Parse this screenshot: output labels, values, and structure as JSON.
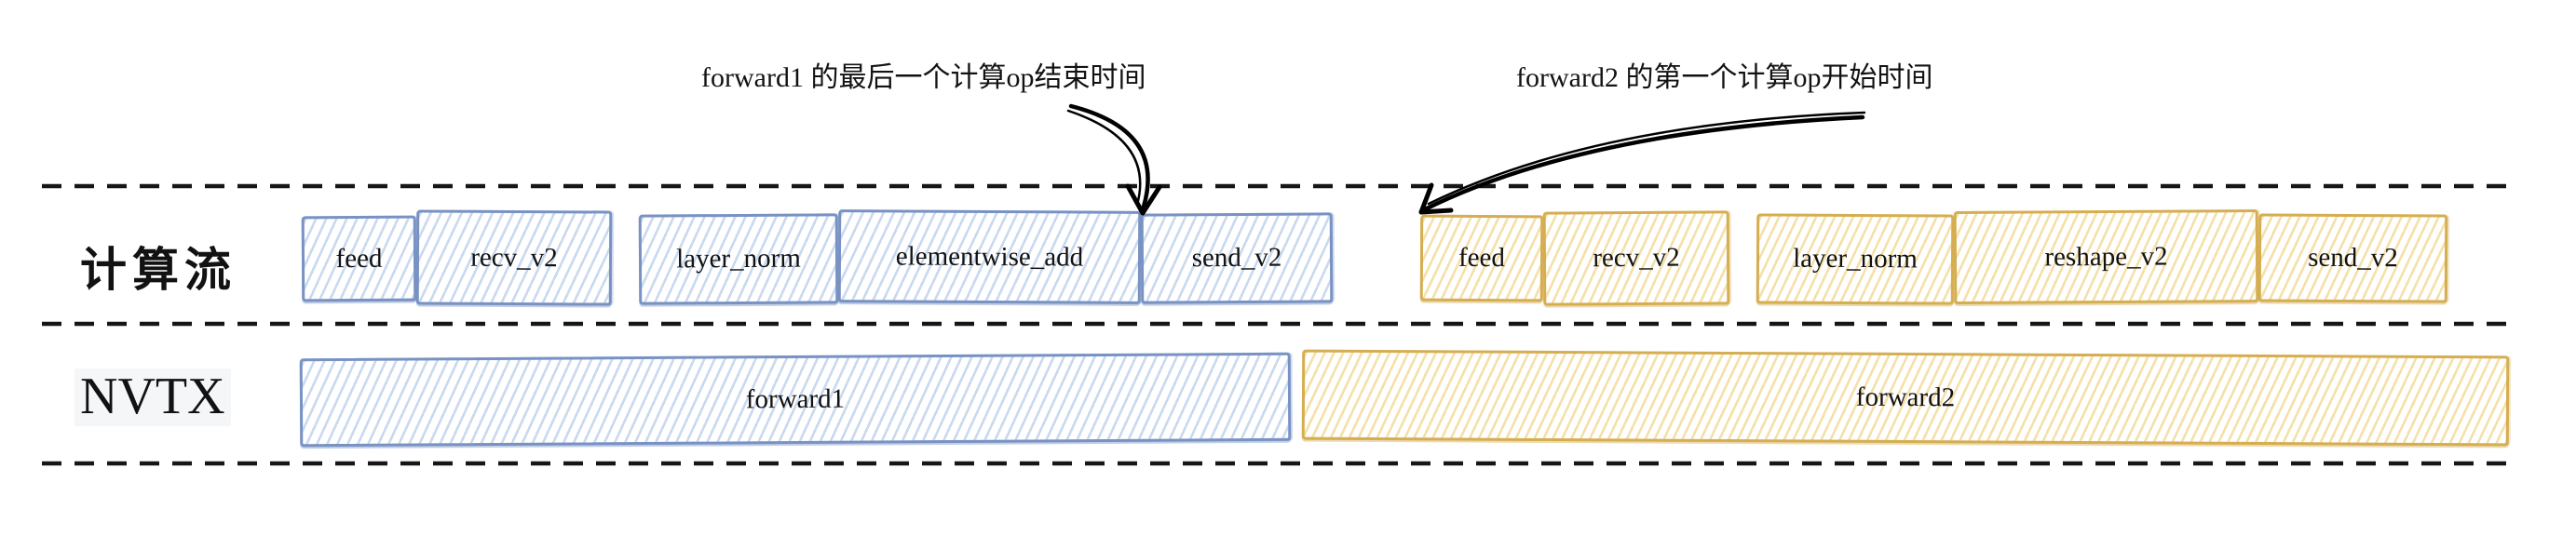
{
  "annotations": {
    "forward1_end_label": "forward1 的最后一个计算op结束时间",
    "forward2_start_label": "forward2 的第一个计算op开始时间"
  },
  "lanes": {
    "compute_label": "计算流",
    "nvtx_label": "NVTX"
  },
  "compute_stream": {
    "forward1_ops": [
      {
        "label": "feed"
      },
      {
        "label": "recv_v2"
      },
      {
        "label": "layer_norm"
      },
      {
        "label": "elementwise_add"
      },
      {
        "label": "send_v2"
      }
    ],
    "forward2_ops": [
      {
        "label": "feed"
      },
      {
        "label": "recv_v2"
      },
      {
        "label": "layer_norm"
      },
      {
        "label": "reshape_v2"
      },
      {
        "label": "send_v2"
      }
    ]
  },
  "nvtx_ranges": {
    "forward1": "forward1",
    "forward2": "forward2"
  },
  "colors": {
    "forward1_border": "#7892c3",
    "forward1_hatch": "#c9d9ef",
    "forward2_border": "#d5ae52",
    "forward2_hatch": "#f5e0a9",
    "divider_line": "#161616",
    "arrow": "#000000",
    "text": "#121212"
  }
}
